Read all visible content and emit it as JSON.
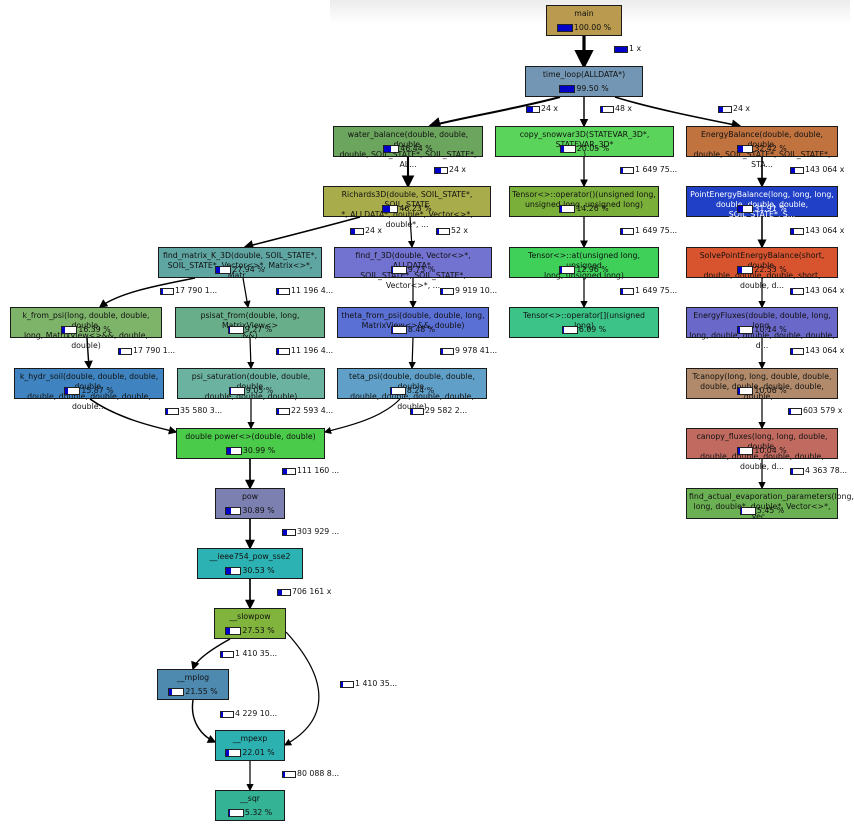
{
  "colors": {
    "edge": "#000000",
    "bar_fill": "#0000c8"
  },
  "nodes": [
    {
      "id": "main",
      "label": "main",
      "pct": "100.00 %",
      "frac": 1.0,
      "bg": "#b99a4f"
    },
    {
      "id": "time_loop",
      "label": "time_loop(ALLDATA*)",
      "pct": "99.50 %",
      "frac": 0.995,
      "bg": "#7296b3"
    },
    {
      "id": "water_balance",
      "label": "water_balance(double, double, double,\ndouble, SOIL_STATE*, SOIL_STATE*, AL...",
      "pct": "46.44 %",
      "frac": 0.464,
      "bg": "#6ca55e"
    },
    {
      "id": "copy_snowvar3D",
      "label": "copy_snowvar3D(STATEVAR_3D*, STATEVAR_3D*\n)",
      "pct": "20.05 %",
      "frac": 0.2,
      "bg": "#5ad45a"
    },
    {
      "id": "EnergyBalance",
      "label": "EnergyBalance(double, double, double,\ndouble, SOIL_STATE*, SOIL_STATE*, STA...",
      "pct": "32.42 %",
      "frac": 0.324,
      "bg": "#c0723f"
    },
    {
      "id": "Richards3D",
      "label": "Richards3D(double, SOIL_STATE*, SOIL_STATE\n*, ALLDATA*, double*, Vector<>*, double*, ...",
      "pct": "46.23 %",
      "frac": 0.462,
      "bg": "#a8ac4a"
    },
    {
      "id": "TensorOpParen",
      "label": "Tensor<>::operator()(unsigned long,\nunsigned long, unsigned long)",
      "pct": "14.26 %",
      "frac": 0.143,
      "bg": "#7ab03a"
    },
    {
      "id": "PointEnergyBalance",
      "label": "PointEnergyBalance(long, long, long,\ndouble, double, double, SOIL_STATE*, S...",
      "pct": "31.91 %",
      "frac": 0.319,
      "bg": "#2040c8"
    },
    {
      "id": "find_matrix_K_3D",
      "label": "find_matrix_K_3D(double, SOIL_STATE*,\nSOIL_STATE*, Vector<>*, Matrix<>*, Matr...",
      "pct": "27.94 %",
      "frac": 0.279,
      "bg": "#5fa6a3"
    },
    {
      "id": "find_f_3D",
      "label": "find_f_3D(double, Vector<>*, ALLDATA*,\nSOIL_STATE*, SOIL_STATE*, Vector<>*, ...",
      "pct": "9.73 %",
      "frac": 0.097,
      "bg": "#7272d0"
    },
    {
      "id": "TensorAt",
      "label": "Tensor<>::at(unsigned long, unsigned\nlong, unsigned long)",
      "pct": "12.96 %",
      "frac": 0.13,
      "bg": "#3fd05a"
    },
    {
      "id": "SolvePointEnergyBalance",
      "label": "SolvePointEnergyBalance(short, double,\ndouble, double, double, short, double, d...",
      "pct": "22.53 %",
      "frac": 0.225,
      "bg": "#d8542e"
    },
    {
      "id": "k_from_psi",
      "label": "k_from_psi(long, double, double, double,\nlong, MatrixView<>&&, double, double)",
      "pct": "16.39 %",
      "frac": 0.164,
      "bg": "#7eb46a"
    },
    {
      "id": "psisat_from",
      "label": "psisat_from(double, long, MatrixView<>\n&&)",
      "pct": "9.27 %",
      "frac": 0.093,
      "bg": "#69ae8a"
    },
    {
      "id": "theta_from_psi",
      "label": "theta_from_psi(double, double, long,\nMatrixView<>&&, double)",
      "pct": "8.48 %",
      "frac": 0.085,
      "bg": "#5a70d4"
    },
    {
      "id": "TensorOpBracket",
      "label": "Tensor<>::operator[](unsigned long)",
      "pct": "6.09 %",
      "frac": 0.061,
      "bg": "#3cc488"
    },
    {
      "id": "EnergyFluxes",
      "label": "EnergyFluxes(double, double, long, long,\nlong, double, double, double, double, d...",
      "pct": "10.14 %",
      "frac": 0.101,
      "bg": "#6a68c8"
    },
    {
      "id": "k_hydr_soil",
      "label": "k_hydr_soil(double, double, double, double,\ndouble, double, double, double, double...",
      "pct": "15.87 %",
      "frac": 0.159,
      "bg": "#3f84c0"
    },
    {
      "id": "psi_saturation",
      "label": "psi_saturation(double, double, double,\ndouble, double, double)",
      "pct": "9.05 %",
      "frac": 0.091,
      "bg": "#6cb2a0"
    },
    {
      "id": "teta_psi",
      "label": "teta_psi(double, double, double, double,\ndouble, double, double, double, double)",
      "pct": "8.24 %",
      "frac": 0.082,
      "bg": "#60a0c8"
    },
    {
      "id": "Tcanopy",
      "label": "Tcanopy(long, long, double, double,\ndouble, double, double, double, double,...",
      "pct": "10.06 %",
      "frac": 0.101,
      "bg": "#b08a6a"
    },
    {
      "id": "double_power",
      "label": "double power<>(double, double)",
      "pct": "30.99 %",
      "frac": 0.31,
      "bg": "#4acc4a"
    },
    {
      "id": "canopy_fluxes",
      "label": "canopy_fluxes(long, long, double, double,\ndouble, double, double, double, double, d...",
      "pct": "10.04 %",
      "frac": 0.1,
      "bg": "#c06a60"
    },
    {
      "id": "find_actual_evaporation_parameters",
      "label": "find_actual_evaporation_parameters(long,\nlong, double*, double*, Vector<>*, Vec...",
      "pct": "5.45 %",
      "frac": 0.055,
      "bg": "#6cb054"
    },
    {
      "id": "pow",
      "label": "pow",
      "pct": "30.89 %",
      "frac": 0.309,
      "bg": "#7c80b0"
    },
    {
      "id": "ieee754_pow_sse2",
      "label": "__ieee754_pow_sse2",
      "pct": "30.53 %",
      "frac": 0.305,
      "bg": "#2cb2b2"
    },
    {
      "id": "slowpow",
      "label": "__slowpow",
      "pct": "27.53 %",
      "frac": 0.275,
      "bg": "#80b43c"
    },
    {
      "id": "mplog",
      "label": "__mplog",
      "pct": "21.55 %",
      "frac": 0.216,
      "bg": "#4e8ab0"
    },
    {
      "id": "mpexp",
      "label": "__mpexp",
      "pct": "22.01 %",
      "frac": 0.22,
      "bg": "#2cb0b0"
    },
    {
      "id": "sqr",
      "label": "__sqr",
      "pct": "5.32 %",
      "frac": 0.053,
      "bg": "#34b494"
    }
  ],
  "edges": [
    {
      "from": "main",
      "to": "time_loop",
      "label": "1 x",
      "frac": 1.0
    },
    {
      "from": "time_loop",
      "to": "water_balance",
      "label": "24 x",
      "frac": 0.5
    },
    {
      "from": "time_loop",
      "to": "copy_snowvar3D",
      "label": "48 x",
      "frac": 0.2
    },
    {
      "from": "time_loop",
      "to": "EnergyBalance",
      "label": "24 x",
      "frac": 0.3
    },
    {
      "from": "water_balance",
      "to": "Richards3D",
      "label": "24 x",
      "frac": 0.5
    },
    {
      "from": "copy_snowvar3D",
      "to": "TensorOpParen",
      "label": "1 649 75...",
      "frac": 0.15
    },
    {
      "from": "EnergyBalance",
      "to": "PointEnergyBalance",
      "label": "143 064 x",
      "frac": 0.3
    },
    {
      "from": "Richards3D",
      "to": "find_matrix_K_3D",
      "label": "24 x",
      "frac": 0.3
    },
    {
      "from": "Richards3D",
      "to": "find_f_3D",
      "label": "52 x",
      "frac": 0.1
    },
    {
      "from": "TensorOpParen",
      "to": "TensorAt",
      "label": "1 649 75...",
      "frac": 0.15
    },
    {
      "from": "PointEnergyBalance",
      "to": "SolvePointEnergyBalance",
      "label": "143 064 x",
      "frac": 0.25
    },
    {
      "from": "find_matrix_K_3D",
      "to": "k_from_psi",
      "label": "17 790 1...",
      "frac": 0.2
    },
    {
      "from": "find_matrix_K_3D",
      "to": "psisat_from",
      "label": "11 196 4...",
      "frac": 0.1
    },
    {
      "from": "find_f_3D",
      "to": "theta_from_psi",
      "label": "9 919 10...",
      "frac": 0.1
    },
    {
      "from": "TensorAt",
      "to": "TensorOpBracket",
      "label": "1 649 75...",
      "frac": 0.1
    },
    {
      "from": "SolvePointEnergyBalance",
      "to": "EnergyFluxes",
      "label": "143 064 x",
      "frac": 0.1
    },
    {
      "from": "k_from_psi",
      "to": "k_hydr_soil",
      "label": "17 790 1...",
      "frac": 0.2
    },
    {
      "from": "psisat_from",
      "to": "psi_saturation",
      "label": "11 196 4...",
      "frac": 0.1
    },
    {
      "from": "theta_from_psi",
      "to": "teta_psi",
      "label": "9 978 41...",
      "frac": 0.1
    },
    {
      "from": "EnergyFluxes",
      "to": "Tcanopy",
      "label": "143 064 x",
      "frac": 0.1
    },
    {
      "from": "k_hydr_soil",
      "to": "double_power",
      "label": "35 580 3...",
      "frac": 0.2
    },
    {
      "from": "psi_saturation",
      "to": "double_power",
      "label": "22 593 4...",
      "frac": 0.1
    },
    {
      "from": "teta_psi",
      "to": "double_power",
      "label": "29 582 2...",
      "frac": 0.1
    },
    {
      "from": "Tcanopy",
      "to": "canopy_fluxes",
      "label": "603 579 x",
      "frac": 0.1
    },
    {
      "from": "canopy_fluxes",
      "to": "find_actual_evaporation_parameters",
      "label": "4 363 78...",
      "frac": 0.1
    },
    {
      "from": "double_power",
      "to": "pow",
      "label": "111 160 ...",
      "frac": 0.3
    },
    {
      "from": "pow",
      "to": "ieee754_pow_sse2",
      "label": "303 929 ...",
      "frac": 0.3
    },
    {
      "from": "ieee754_pow_sse2",
      "to": "slowpow",
      "label": "706 161 x",
      "frac": 0.3
    },
    {
      "from": "slowpow",
      "to": "mplog",
      "label": "1 410 35...",
      "frac": 0.2
    },
    {
      "from": "slowpow",
      "to": "mpexp",
      "label": "1 410 35...",
      "frac": 0.1
    },
    {
      "from": "mplog",
      "to": "mpexp",
      "label": "4 229 10...",
      "frac": 0.2
    },
    {
      "from": "mpexp",
      "to": "sqr",
      "label": "80 088 8...",
      "frac": 0.1
    }
  ]
}
